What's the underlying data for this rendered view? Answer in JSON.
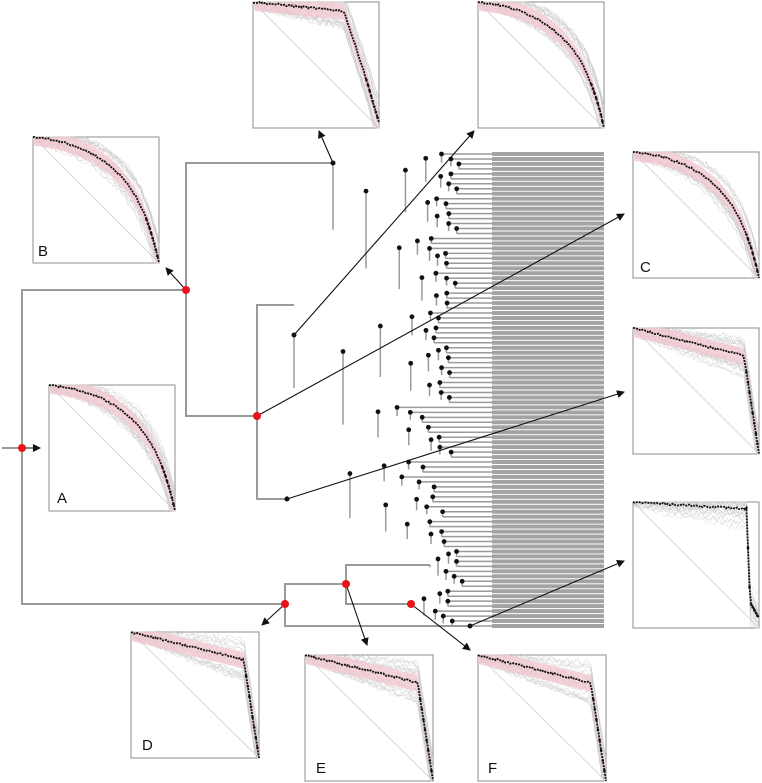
{
  "panel_labels": {
    "a": "A",
    "b": "B",
    "c": "C",
    "d": "D",
    "e": "E",
    "f": "F"
  },
  "colors": {
    "tree_line": "#9a9a9a",
    "leaf_bar": "#a3a3a3",
    "node": "#111111",
    "highlight_node": "#e8131b",
    "arrow": "#111111",
    "panel_border": "#8c8c8c",
    "background_curves": "#c8c8c8",
    "pink_band": "#f2c6cf",
    "median_curve": "#111111"
  }
}
